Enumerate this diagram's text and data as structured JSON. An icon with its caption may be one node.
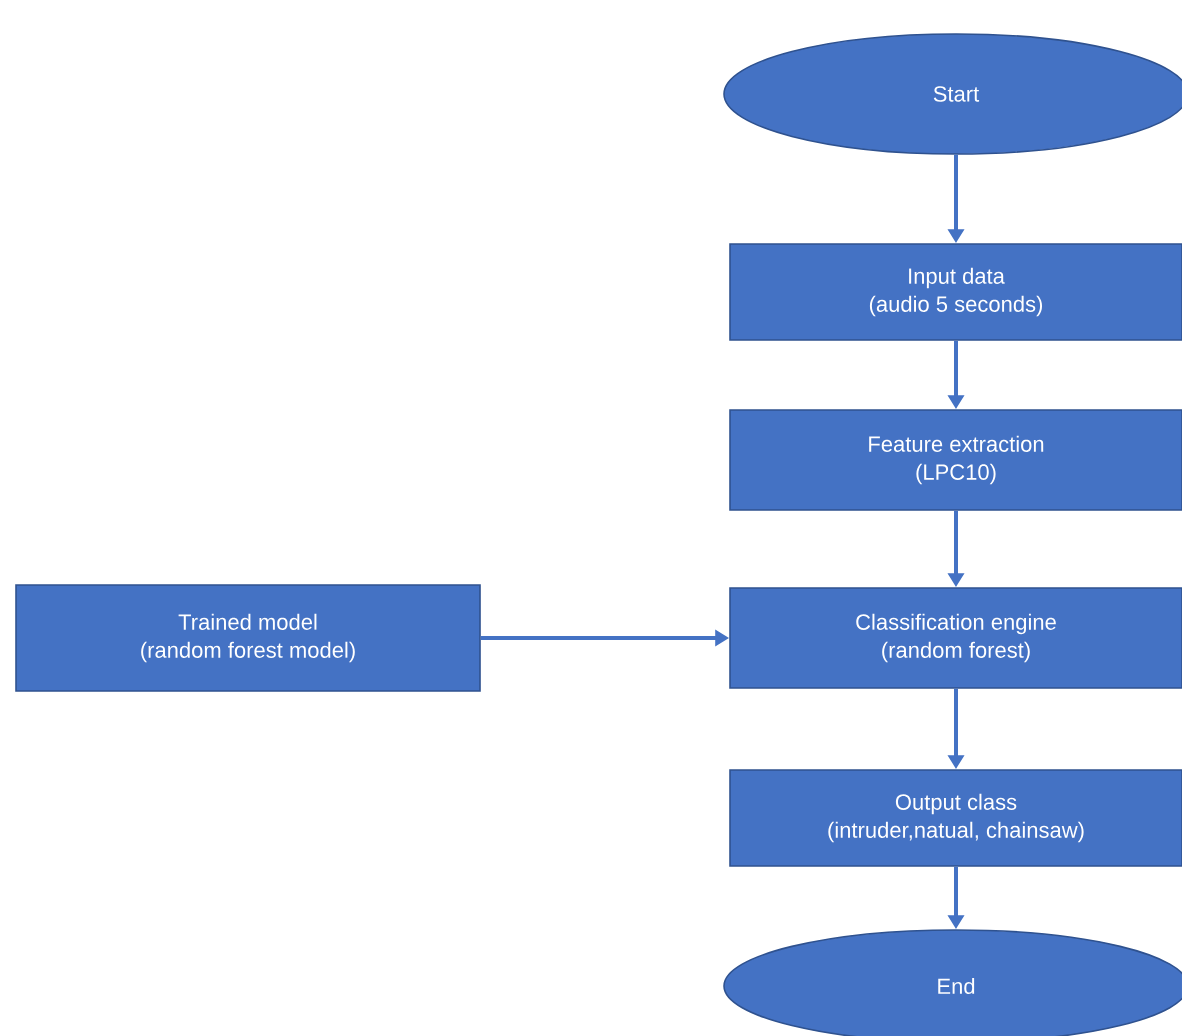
{
  "diagram": {
    "nodes": [
      {
        "text": [
          "Start"
        ]
      },
      {
        "text": [
          "Input data",
          "(audio 5 seconds)"
        ]
      },
      {
        "text": [
          "Feature extraction",
          "(LPC10)"
        ]
      },
      {
        "text": [
          "Trained model",
          "(random forest model)"
        ]
      },
      {
        "text": [
          "Classification engine",
          "(random forest)"
        ]
      },
      {
        "text": [
          "Output class",
          "(intruder,natual, chainsaw)"
        ]
      },
      {
        "text": [
          "End"
        ]
      }
    ],
    "edges": [
      {
        "from": 0,
        "to": 1,
        "arrow": "to"
      },
      {
        "from": 1,
        "to": 2,
        "arrow": "to"
      },
      {
        "from": 2,
        "to": 4,
        "arrow": "to"
      },
      {
        "from": 3,
        "to": 4,
        "arrow": "to"
      },
      {
        "from": 4,
        "to": 5,
        "arrow": "to"
      },
      {
        "from": 5,
        "to": 6,
        "arrow": "to"
      }
    ]
  }
}
